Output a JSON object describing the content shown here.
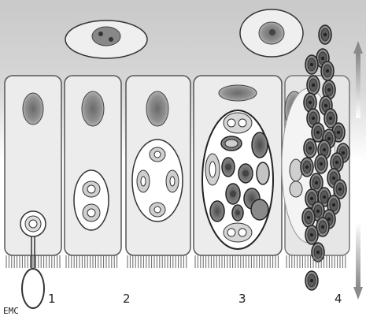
{
  "diagram": {
    "logo": "ЕМС",
    "stage_labels": [
      "1",
      "2",
      "3",
      "4"
    ],
    "colors": {
      "background_top": "#c8c8c8",
      "background_bottom": "#ffffff",
      "cell_fill": "#ececec",
      "cell_stroke": "#555555",
      "nucleus_fill": "#7d7d7d",
      "cyst_dark": "#6e6e6e",
      "cyst_light": "#bdbdbd"
    },
    "icons": [
      "arrow-up-icon",
      "arrow-down-icon"
    ]
  }
}
